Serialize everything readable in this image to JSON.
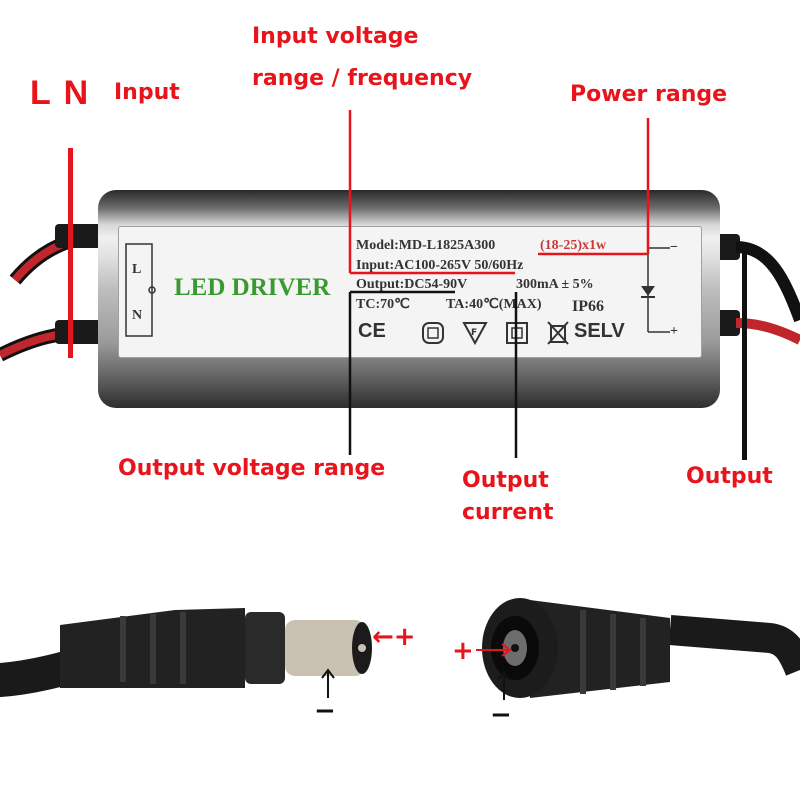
{
  "annotations": {
    "ln": "L N",
    "input": "Input",
    "input_voltage_line1": "Input voltage",
    "input_voltage_line2": "range / frequency",
    "power_range": "Power range",
    "output_voltage_range": "Output voltage range",
    "output_current_line1": "Output",
    "output_current_line2": "current",
    "output": "Output"
  },
  "label_plate": {
    "brand": "LED DRIVER",
    "model": "Model:MD-L1825A300",
    "power": "(18-25)x1w",
    "input": "Input:AC100-265V 50/60Hz",
    "output": "Output:DC54-90V",
    "current": "300mA ± 5%",
    "tc": "TC:70℃",
    "ta": "TA:40℃(MAX)",
    "ip": "IP66",
    "terminal_l": "L",
    "terminal_n": "N",
    "out_minus": "−",
    "out_plus": "+",
    "selv": "SELV",
    "cert_ce": "CE"
  },
  "connectors": {
    "male_plus": "←+",
    "male_minus": "−",
    "female_plus": "+",
    "female_minus": "−"
  },
  "colors": {
    "annotation": "#e8141c",
    "brand_green": "#3a9a32",
    "cable_black": "#111111",
    "wire_red": "#d8262b"
  },
  "icons": [
    "ce-mark-icon",
    "class-ii-icon",
    "f-mark-icon",
    "double-insulation-icon",
    "bin-icon",
    "diode-icon"
  ]
}
